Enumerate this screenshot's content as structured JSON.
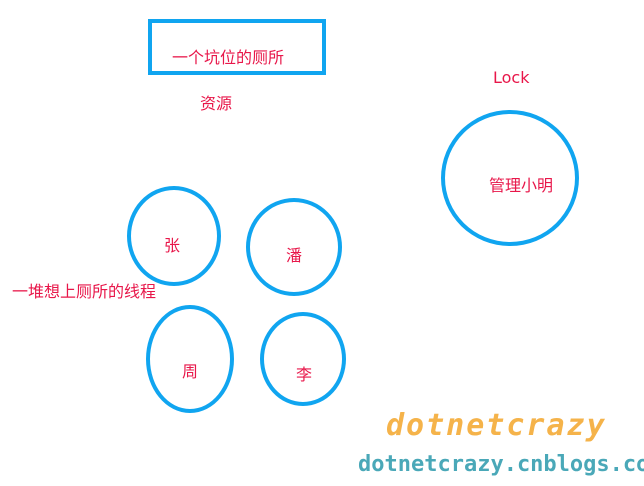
{
  "resource": {
    "box_label": "一个坑位的厕所",
    "caption": "资源"
  },
  "lock": {
    "caption": "Lock",
    "holder": "管理小明"
  },
  "threads": {
    "caption": "一堆想上厕所的线程",
    "names": [
      "张",
      "潘",
      "周",
      "李"
    ]
  },
  "watermark": {
    "title": "dotnetcrazy",
    "site": "dotnetcrazy.cnblogs.com"
  },
  "colors": {
    "stroke": "#10a5f0",
    "text": "#e8174a",
    "watermark_title": "#f5b34a",
    "watermark_site": "#4aa8b8"
  }
}
